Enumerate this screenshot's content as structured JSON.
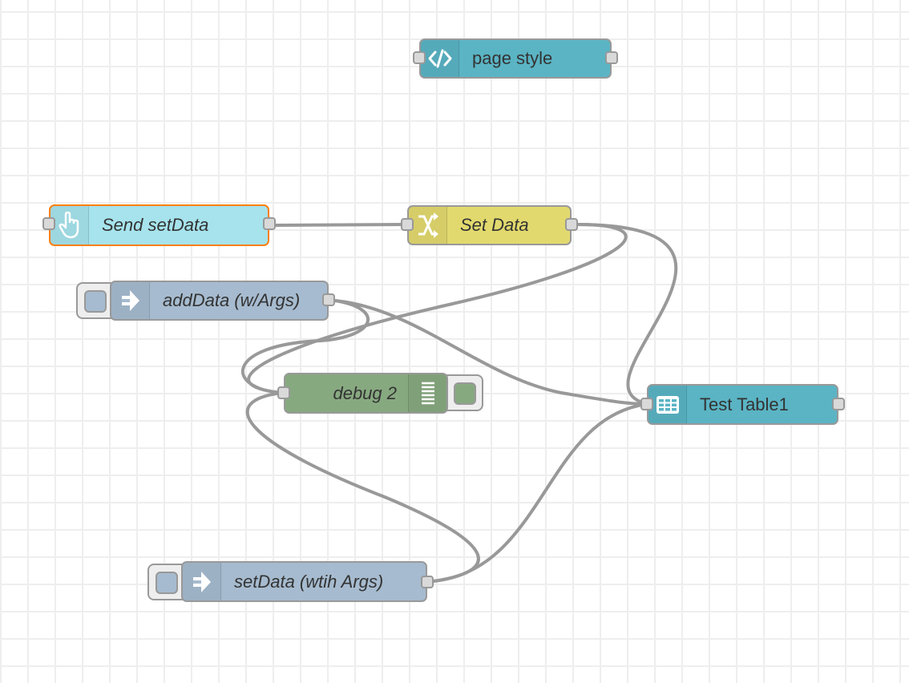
{
  "colors": {
    "template_node": "#5ab4c4",
    "ui_button_node": "#a6e3ec",
    "change_node": "#e2d96e",
    "link_call_node": "#a6bbcf",
    "debug_node": "#87a980",
    "table_node": "#5ab4c4",
    "wire": "#999999",
    "selected_border": "#ff7f0e",
    "grid_line": "#eeeeee"
  },
  "nodes": [
    {
      "id": "page-style",
      "label": "page style",
      "icon": "code-icon",
      "type": "template",
      "italic": false
    },
    {
      "id": "send-setdata",
      "label": "Send setData",
      "icon": "hand-pointer-icon",
      "type": "ui_button",
      "italic": true,
      "selected": true
    },
    {
      "id": "set-data",
      "label": "Set Data",
      "icon": "shuffle-icon",
      "type": "change",
      "italic": true
    },
    {
      "id": "adddata-args",
      "label": "addData (w/Args)",
      "icon": "arrow-right-icon",
      "type": "inject",
      "italic": true
    },
    {
      "id": "debug-2",
      "label": "debug 2",
      "icon": "list-icon",
      "type": "debug",
      "italic": true
    },
    {
      "id": "test-table1",
      "label": "Test Table1",
      "icon": "table-icon",
      "type": "ui_table",
      "italic": false
    },
    {
      "id": "setdata-args",
      "label": "setData (wtih Args)",
      "icon": "arrow-right-icon",
      "type": "inject",
      "italic": true
    }
  ],
  "wires": [
    {
      "from": "send-setdata",
      "to": "set-data"
    },
    {
      "from": "set-data",
      "to": "debug-2"
    },
    {
      "from": "set-data",
      "to": "test-table1"
    },
    {
      "from": "adddata-args",
      "to": "debug-2"
    },
    {
      "from": "adddata-args",
      "to": "test-table1"
    },
    {
      "from": "setdata-args",
      "to": "debug-2"
    },
    {
      "from": "setdata-args",
      "to": "test-table1"
    }
  ]
}
